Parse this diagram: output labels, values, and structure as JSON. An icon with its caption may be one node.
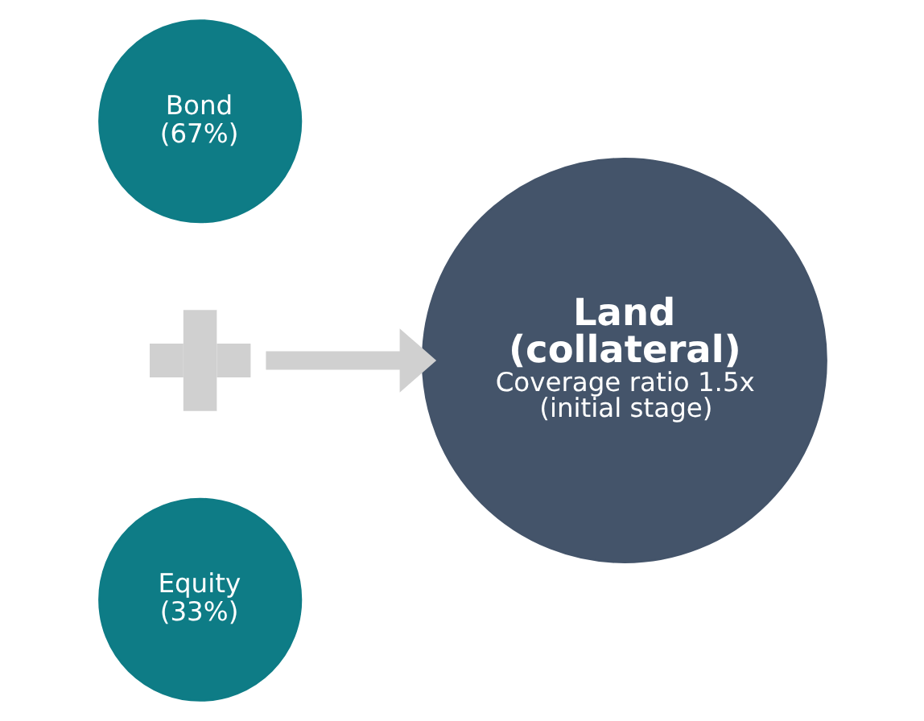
{
  "diagram": {
    "nodes": [
      {
        "text": [
          "Bond (67%)"
        ]
      },
      {
        "text": [],
        "shape": "plus"
      },
      {
        "text": [
          "Equity (33%)"
        ]
      },
      {
        "text": [
          "Land (collateral)",
          "Coverage ratio 1.5x (initial stage)"
        ]
      }
    ],
    "edges": [
      {
        "from": 1,
        "to": 3,
        "arrow": "to"
      }
    ]
  }
}
